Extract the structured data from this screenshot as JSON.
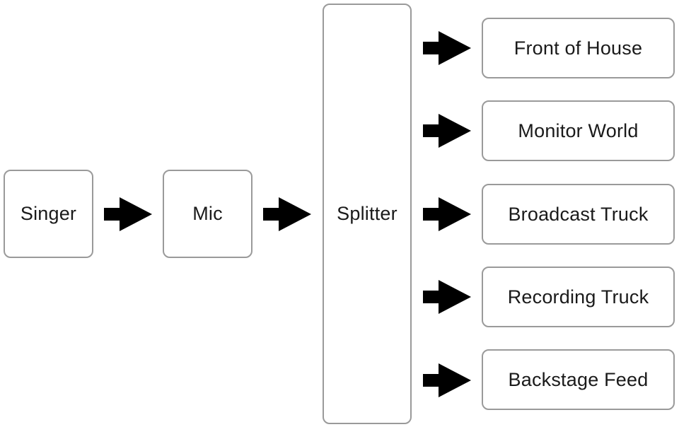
{
  "diagram": {
    "nodes": {
      "singer": "Singer",
      "mic": "Mic",
      "splitter": "Splitter",
      "outputs": [
        "Front of House",
        "Monitor World",
        "Broadcast Truck",
        "Recording Truck",
        "Backstage Feed"
      ]
    },
    "edges": [
      {
        "from": "Singer",
        "to": "Mic"
      },
      {
        "from": "Mic",
        "to": "Splitter"
      },
      {
        "from": "Splitter",
        "to": "Front of House"
      },
      {
        "from": "Splitter",
        "to": "Monitor World"
      },
      {
        "from": "Splitter",
        "to": "Broadcast Truck"
      },
      {
        "from": "Splitter",
        "to": "Recording Truck"
      },
      {
        "from": "Splitter",
        "to": "Backstage Feed"
      }
    ],
    "colors": {
      "box_border": "#9a9a9a",
      "arrow": "#000000",
      "text": "#1a1a1a"
    }
  }
}
